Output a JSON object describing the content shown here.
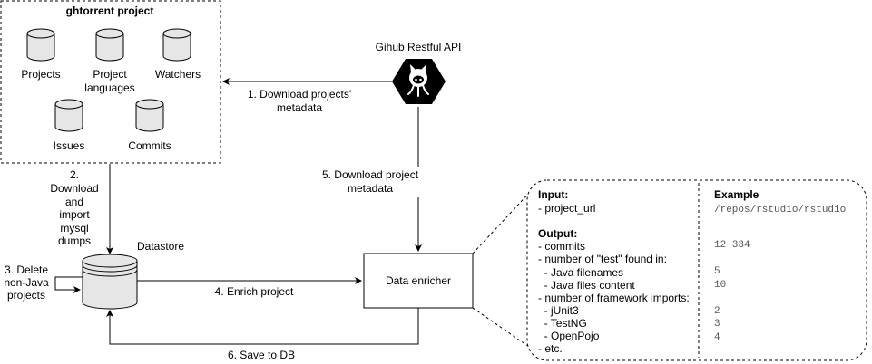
{
  "ghtorrent": {
    "title": "ghtorrent project",
    "tables": [
      "Projects",
      "Project languages",
      "Watchers",
      "Issues",
      "Commits"
    ]
  },
  "api": {
    "label": "Gihub Restful API",
    "icon": "github-octocat-icon"
  },
  "nodes": {
    "datastore": "Datastore",
    "enricher": "Data enricher"
  },
  "steps": {
    "step1": [
      "1. Download projects'",
      "metadata"
    ],
    "step2": [
      "2.",
      "Download",
      "and",
      "import",
      "mysql",
      "dumps"
    ],
    "step3": [
      "3. Delete",
      "non-Java",
      "projects"
    ],
    "step4": "4. Enrich project",
    "step5": [
      "5. Download project",
      "metadata"
    ],
    "step6": "6. Save to DB"
  },
  "details": {
    "input_heading": "Input:",
    "input_items": [
      "- project_url"
    ],
    "output_heading": "Output:",
    "output_items": [
      "- commits",
      "- number of \"test\" found in:",
      "  - Java filenames",
      "  - Java files content",
      "- number of framework imports:",
      "  - jUnit3",
      "  - TestNG",
      "  - OpenPojo",
      "- etc."
    ],
    "example_heading": "Example",
    "example_input": "/repos/rstudio/rstudio",
    "example_outputs": [
      "12 334",
      "",
      "5",
      "10",
      "",
      "2",
      "3",
      "4",
      ""
    ]
  },
  "colors": {
    "cylinder_fill": "#e6e6e6",
    "stroke": "#000000",
    "api_hex": "#000000"
  }
}
